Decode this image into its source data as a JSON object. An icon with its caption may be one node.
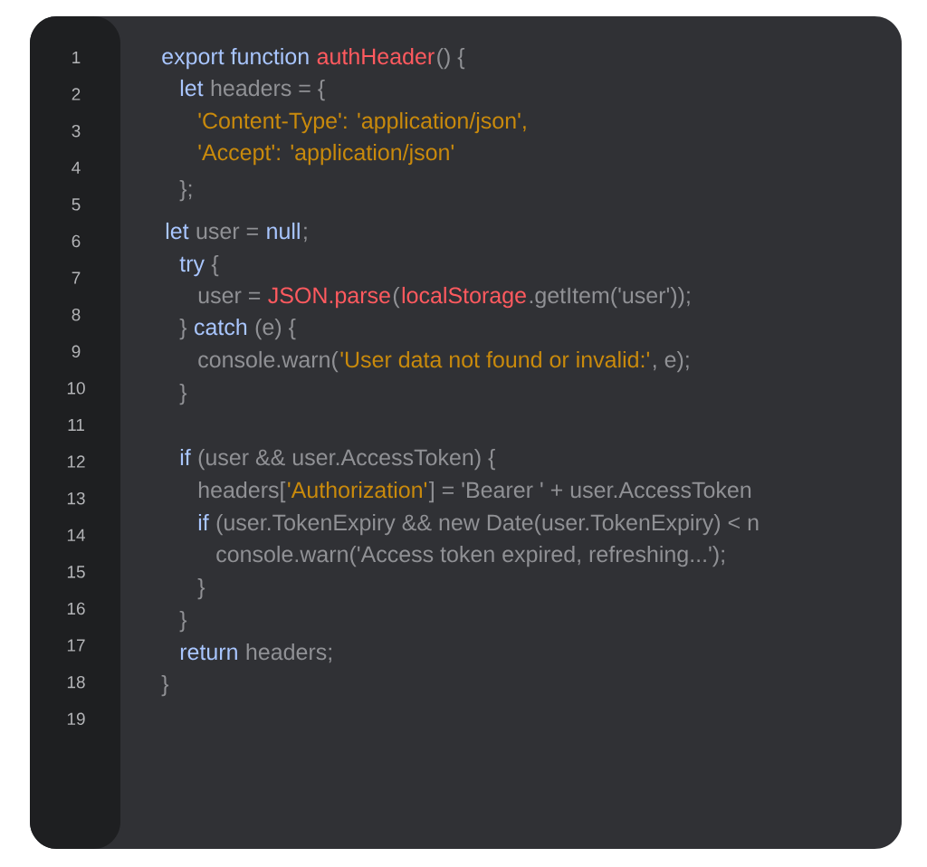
{
  "diagram": {
    "labels": [
      "1",
      "export function",
      "authHeader",
      "() {",
      "2",
      "let",
      "headers = {",
      "3",
      "'Content-Type': 'application/json',",
      "4",
      "'Accept': 'application/json'",
      "5",
      "};",
      "6",
      "let",
      "user =",
      "null",
      ";",
      "7",
      "try",
      "{",
      "8",
      "user =",
      "JSON.parse",
      "(",
      "localStorage",
      ".getItem('user'));",
      "9",
      "}",
      "catch",
      "(e) {",
      "10",
      "console.warn(",
      "'User data not found or invalid:'",
      ", e);",
      "11",
      "}",
      "12",
      "if",
      "(user && user.AccessToken) {",
      "13",
      "headers[",
      "'Authorization'",
      "] = 'Bearer ' + user.AccessToken",
      "14",
      "if",
      "(user.TokenExpiry && new Date(user.TokenExpiry) < n",
      "15",
      "console.warn('Access token expired, refreshing...');",
      "16",
      "}",
      "17",
      "}",
      "18",
      "return",
      "headers;",
      "19",
      "}"
    ]
  }
}
